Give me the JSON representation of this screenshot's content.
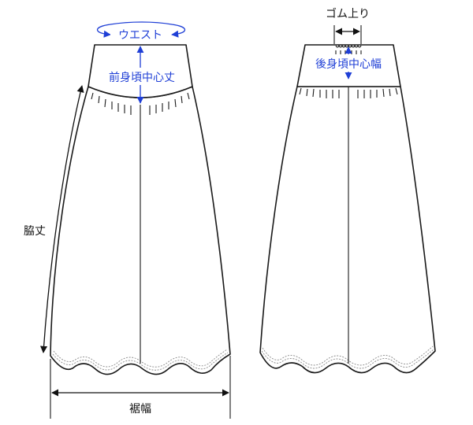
{
  "labels": {
    "waist": "ウエスト",
    "front_center_length": "前身頃中心丈",
    "side_length": "脇丈",
    "hem_width": "裾幅",
    "elastic_finish": "ゴム上り",
    "back_center_width": "後身頃中心幅"
  },
  "colors": {
    "measure_blue": "#1f3fd6",
    "outline": "#1a1a1a",
    "stitch": "#8a8a8a"
  },
  "views": [
    "front",
    "back"
  ]
}
